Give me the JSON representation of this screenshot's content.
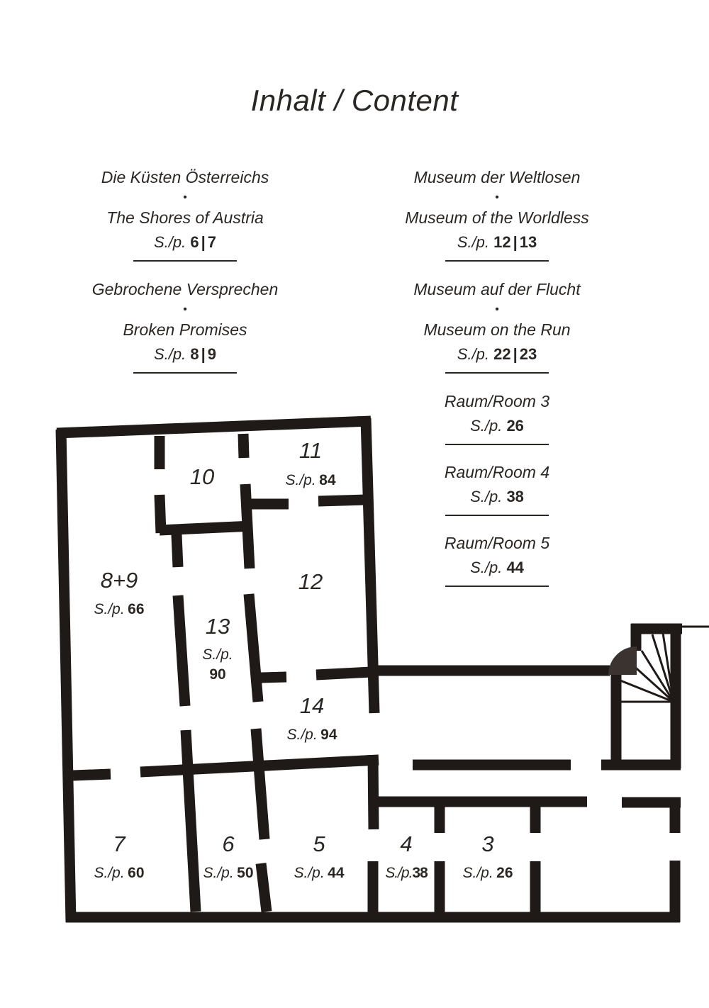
{
  "page_title": "Inhalt / Content",
  "toc_left": [
    {
      "de": "Die Küsten Österreichs",
      "en": "The Shores of Austria",
      "prefix": "S./p.",
      "p1": "6",
      "sep": "|",
      "p2": "7"
    },
    {
      "de": "Gebrochene Versprechen",
      "en": "Broken Promises",
      "prefix": "S./p.",
      "p1": "8",
      "sep": "|",
      "p2": "9"
    }
  ],
  "toc_right": [
    {
      "de": "Museum der Weltlosen",
      "en": "Museum of the Worldless",
      "prefix": "S./p.",
      "p1": "12",
      "sep": "|",
      "p2": "13"
    },
    {
      "de": "Museum auf der Flucht",
      "en": "Museum on the Run",
      "prefix": "S./p.",
      "p1": "22",
      "sep": "|",
      "p2": "23"
    },
    {
      "title": "Raum/Room 3",
      "prefix": "S./p.",
      "p1": "26"
    },
    {
      "title": "Raum/Room 4",
      "prefix": "S./p.",
      "p1": "38"
    },
    {
      "title": "Raum/Room 5",
      "prefix": "S./p.",
      "p1": "44"
    }
  ],
  "bullet": "•",
  "floorplan": {
    "prefix": "S./p.",
    "rooms": [
      {
        "id": "r10",
        "number": "10"
      },
      {
        "id": "r11",
        "number": "11",
        "page": "84"
      },
      {
        "id": "r12",
        "number": "12"
      },
      {
        "id": "r89",
        "number": "8+9",
        "page": "66"
      },
      {
        "id": "r13",
        "number": "13",
        "page": "90"
      },
      {
        "id": "r14",
        "number": "14",
        "page": "94"
      },
      {
        "id": "r7",
        "number": "7",
        "page": "60"
      },
      {
        "id": "r6",
        "number": "6",
        "page": "50"
      },
      {
        "id": "r5",
        "number": "5",
        "page": "44"
      },
      {
        "id": "r4",
        "number": "4",
        "page": "38"
      },
      {
        "id": "r3",
        "number": "3",
        "page": "26"
      }
    ],
    "wall_color": "#1f1a17",
    "stair_color": "#3a3330"
  }
}
